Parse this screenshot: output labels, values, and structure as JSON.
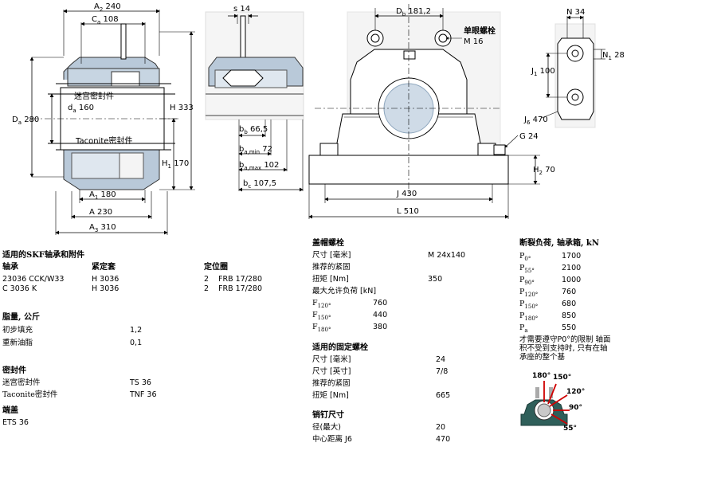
{
  "dims": {
    "A2": "240",
    "Ca": "108",
    "Da": "280",
    "da": "160",
    "H": "333",
    "H1": "170",
    "A1": "180",
    "A": "230",
    "A3": "310",
    "s": "14",
    "bb": "66,5",
    "ba_min": "72",
    "ba_max": "102",
    "bc": "107,5",
    "Db": "181,2",
    "J": "430",
    "L": "510",
    "H2": "70",
    "G": "24",
    "N": "34",
    "N1": "28",
    "J1": "100",
    "J6": "470",
    "labyrinth_seal": "迷宫密封件",
    "taconite_seal": "Taconite密封件",
    "eye_bolt": "单眼螺栓",
    "eye_bolt_size": "M 16"
  },
  "bearings": {
    "title": "适用的SKF轴承和附件",
    "col_bearing": "轴承",
    "col_sleeve": "紧定套",
    "col_ring": "定位圈",
    "rows": [
      {
        "bearing": "23036 CCK/W33",
        "sleeve": "H 3036",
        "qty": "2",
        "ring": "FRB 17/280"
      },
      {
        "bearing": "C 3036 K",
        "sleeve": "H 3036",
        "qty": "2",
        "ring": "FRB 17/280"
      }
    ]
  },
  "grease": {
    "title": "脂量, 公斤",
    "rows": [
      {
        "label": "初步填充",
        "value": "1,2"
      },
      {
        "label": "重新油脂",
        "value": "0,1"
      }
    ]
  },
  "seals": {
    "title": "密封件",
    "rows": [
      {
        "label": "迷宫密封件",
        "value": "TS 36"
      },
      {
        "label": "Taconite密封件",
        "value": "TNF 36"
      }
    ]
  },
  "endcover": {
    "title": "端盖",
    "value": "ETS 36"
  },
  "cap_bolts": {
    "title": "盖帽螺栓",
    "rows": [
      {
        "label": "尺寸 [毫米]",
        "value": "M 24x140"
      },
      {
        "label": "推荐的紧固",
        "value": ""
      },
      {
        "label": "扭矩 [Nm]",
        "value": "350"
      },
      {
        "label": "最大允许负荷 [kN]",
        "value": ""
      }
    ],
    "loads": [
      {
        "p": "F",
        "sub": "120°",
        "value": "760"
      },
      {
        "p": "F",
        "sub": "150°",
        "value": "440"
      },
      {
        "p": "F",
        "sub": "180°",
        "value": "380"
      }
    ]
  },
  "attach_bolts": {
    "title": "适用的固定螺栓",
    "rows": [
      {
        "label": "尺寸 [毫米]",
        "value": "24"
      },
      {
        "label": "尺寸 [英寸]",
        "value": "7/8"
      },
      {
        "label": "推荐的紧固",
        "value": ""
      },
      {
        "label": "扭矩 [Nm]",
        "value": "665"
      }
    ]
  },
  "dowel": {
    "title": "销钉尺寸",
    "rows": [
      {
        "label": "径(最大)",
        "value": "20"
      },
      {
        "label": "中心距离 J6",
        "value": "470"
      }
    ]
  },
  "breaking": {
    "title": "断裂负荷, 轴承箱, kN",
    "rows": [
      {
        "p": "P",
        "sub": "0°",
        "value": "1700"
      },
      {
        "p": "P",
        "sub": "55°",
        "value": "2100"
      },
      {
        "p": "P",
        "sub": "90°",
        "value": "1000"
      },
      {
        "p": "P",
        "sub": "120°",
        "value": "760"
      },
      {
        "p": "P",
        "sub": "150°",
        "value": "680"
      },
      {
        "p": "P",
        "sub": "180°",
        "value": "850"
      },
      {
        "p": "P",
        "sub": "a",
        "value": "550"
      }
    ],
    "note": "才需要遵守P0°的限制 轴面积不受到支持时, 只有在轴承座的整个基",
    "angles": [
      "180°",
      "150°",
      "120°",
      "90°",
      "55°"
    ]
  }
}
